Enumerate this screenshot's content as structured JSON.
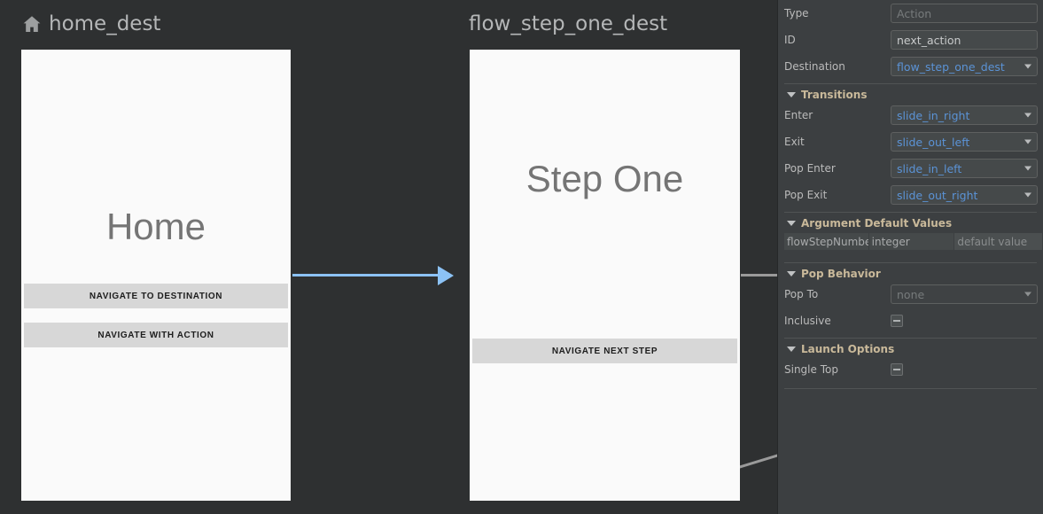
{
  "canvas": {
    "destinations": [
      {
        "id": "home-dest",
        "title": "home_dest",
        "icon": "home-icon",
        "has_icon": true,
        "screen_heading": "Home",
        "buttons": [
          "NAVIGATE TO DESTINATION",
          "NAVIGATE WITH ACTION"
        ]
      },
      {
        "id": "flow-step-one-dest",
        "title": "flow_step_one_dest",
        "has_icon": false,
        "screen_heading": "Step One",
        "buttons": [
          "NAVIGATE NEXT STEP"
        ]
      }
    ],
    "connectors": [
      {
        "name": "home-to-flow-step-one",
        "color": "#8cc2f5",
        "kind": "arrow"
      },
      {
        "name": "flow-step-one-outgoing",
        "color": "#9a9a9a",
        "kind": "line"
      },
      {
        "name": "flow-step-one-diagonal",
        "color": "#9a9a9a",
        "kind": "line"
      }
    ],
    "colors": {
      "background": "#2e3031",
      "card": "#fafafa",
      "arrow_blue": "#8cc2f5",
      "connector_gray": "#9a9a9a",
      "title_text": "#b5b7b8"
    }
  },
  "panel": {
    "attributes": [
      {
        "label": "Type",
        "value": "Action",
        "state": "placeholder",
        "control": "text"
      },
      {
        "label": "ID",
        "value": "next_action",
        "state": "normal",
        "control": "text"
      },
      {
        "label": "Destination",
        "value": "flow_step_one_dest",
        "state": "link",
        "control": "combo"
      }
    ],
    "sections": [
      {
        "name": "transitions",
        "title": "Transitions",
        "expanded": true,
        "rows": [
          {
            "label": "Enter",
            "value": "slide_in_right",
            "state": "link",
            "control": "combo"
          },
          {
            "label": "Exit",
            "value": "slide_out_left",
            "state": "link",
            "control": "combo"
          },
          {
            "label": "Pop Enter",
            "value": "slide_in_left",
            "state": "link",
            "control": "combo"
          },
          {
            "label": "Pop Exit",
            "value": "slide_out_right",
            "state": "link",
            "control": "combo"
          }
        ]
      },
      {
        "name": "argument-default-values",
        "title": "Argument Default Values",
        "expanded": true,
        "table": {
          "rows": [
            {
              "name": "flowStepNumbe",
              "type": "integer",
              "default": "default value"
            }
          ]
        }
      },
      {
        "name": "pop-behavior",
        "title": "Pop Behavior",
        "expanded": true,
        "rows": [
          {
            "label": "Pop To",
            "value": "none",
            "state": "placeholder",
            "control": "combo"
          },
          {
            "label": "Inclusive",
            "value": "",
            "state": "indeterminate",
            "control": "checkbox"
          }
        ]
      },
      {
        "name": "launch-options",
        "title": "Launch Options",
        "expanded": true,
        "rows": [
          {
            "label": "Single Top",
            "value": "",
            "state": "indeterminate",
            "control": "checkbox"
          }
        ]
      }
    ],
    "colors": {
      "background": "#3c3f41",
      "section_title": "#c9b99a",
      "link_value": "#5b93d6",
      "label": "#bbbbbb"
    }
  }
}
